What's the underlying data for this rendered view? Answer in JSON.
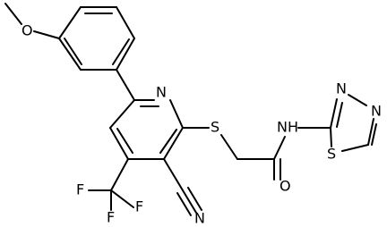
{
  "molecule": {
    "atoms": {
      "methoxy_o": "O",
      "pyridine_n": "N",
      "thioether_s": "S",
      "cyano_n": "N",
      "cf3_f_left": "F",
      "cf3_f_right": "F",
      "cf3_f_bottom": "F",
      "amide_o": "O",
      "amide_nh": "NH",
      "thiadiazole_n3": "N",
      "thiadiazole_n4": "N",
      "thiadiazole_s": "S"
    }
  }
}
